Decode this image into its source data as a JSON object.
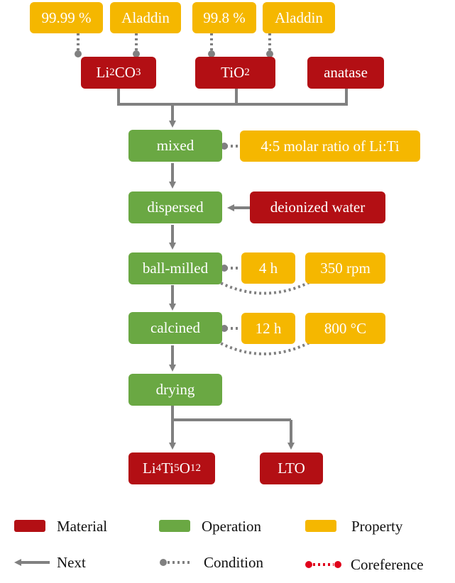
{
  "colors": {
    "material": "#b30f14",
    "operation": "#6aa843",
    "property": "#f5b700",
    "connector": "#808080"
  },
  "nodes": {
    "prop_li_purity": "99.99 %",
    "prop_li_supplier": "Aladdin",
    "prop_ti_purity": "99.8 %",
    "prop_ti_supplier": "Aladdin",
    "mat_li2co3": {
      "p1": "Li",
      "s1": "2",
      "p2": "CO",
      "s2": "3"
    },
    "mat_tio2": {
      "p1": "TiO",
      "s1": "2"
    },
    "mat_anatase": "anatase",
    "op_mixed": "mixed",
    "prop_ratio": "4:5 molar ratio of Li:Ti",
    "op_dispersed": "dispersed",
    "mat_water": "deionized water",
    "op_ballmilled": "ball-milled",
    "prop_4h": "4 h",
    "prop_350rpm": "350 rpm",
    "op_calcined": "calcined",
    "prop_12h": "12 h",
    "prop_800c": "800 °C",
    "op_drying": "drying",
    "mat_lto_formula": {
      "p1": "Li",
      "s1": "4",
      "p2": "Ti",
      "s2": "5",
      "p3": "O",
      "s3": "12"
    },
    "mat_lto": "LTO"
  },
  "legend": {
    "material": "Material",
    "operation": "Operation",
    "property": "Property",
    "next": "Next",
    "condition": "Condition",
    "coreference": "Coreference"
  }
}
